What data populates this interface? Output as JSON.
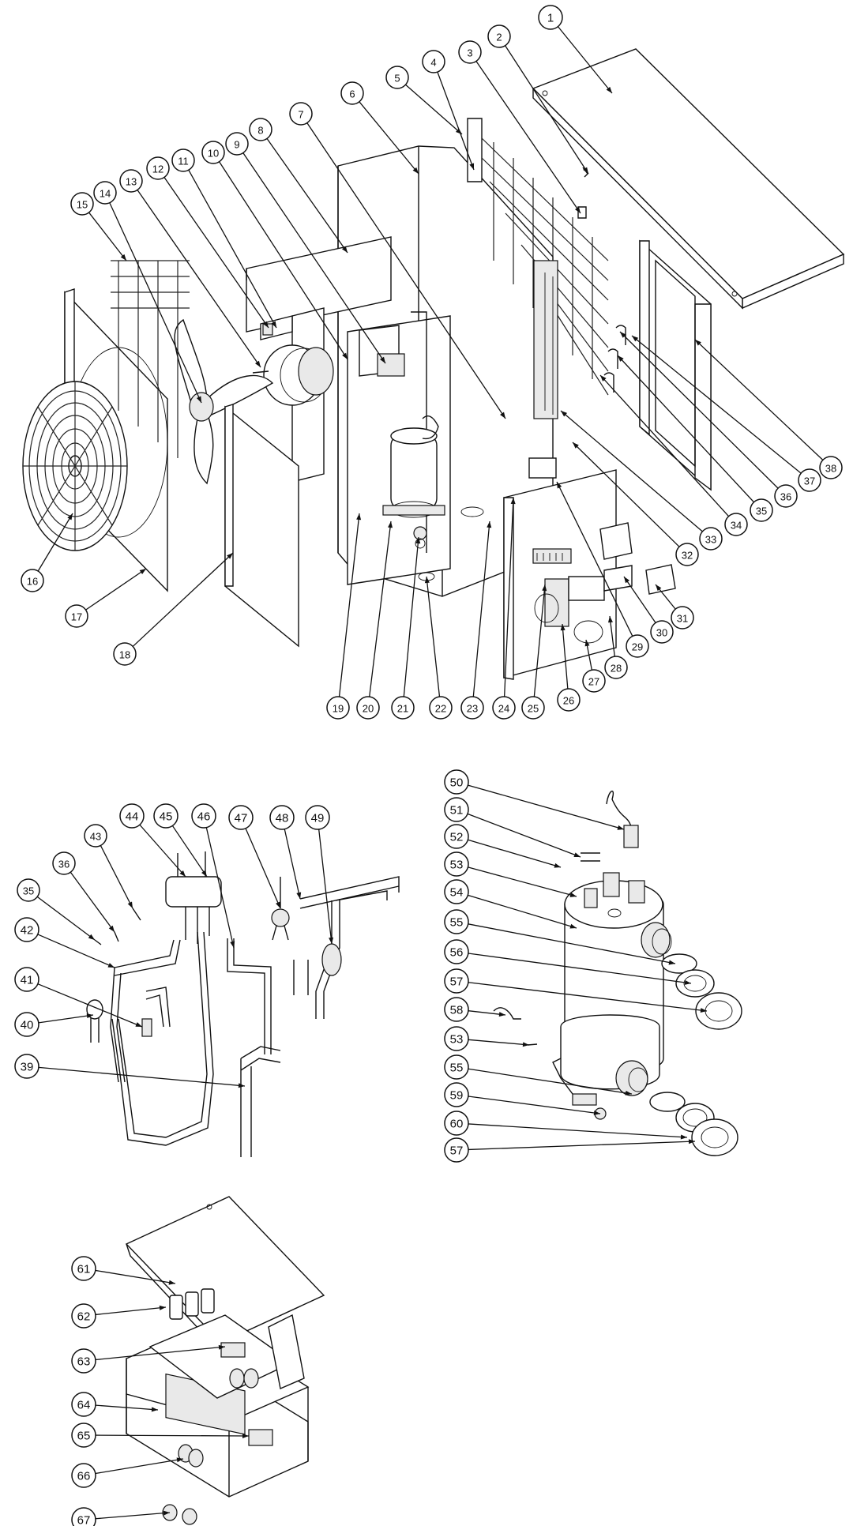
{
  "diagram": {
    "labels": [
      "1",
      "2",
      "3",
      "4",
      "5",
      "6",
      "7",
      "8",
      "9",
      "10",
      "11",
      "12",
      "13",
      "14",
      "15",
      "16",
      "17",
      "18",
      "19",
      "20",
      "21",
      "22",
      "23",
      "24",
      "25",
      "26",
      "27",
      "28",
      "29",
      "30",
      "31",
      "32",
      "33",
      "34",
      "35",
      "36",
      "37",
      "38",
      "35",
      "36",
      "43",
      "44",
      "45",
      "46",
      "47",
      "48",
      "49",
      "42",
      "41",
      "40",
      "39",
      "50",
      "51",
      "52",
      "53",
      "54",
      "55",
      "56",
      "57",
      "58",
      "53",
      "55",
      "59",
      "60",
      "57",
      "61",
      "62",
      "63",
      "64",
      "65",
      "66",
      "67"
    ]
  }
}
